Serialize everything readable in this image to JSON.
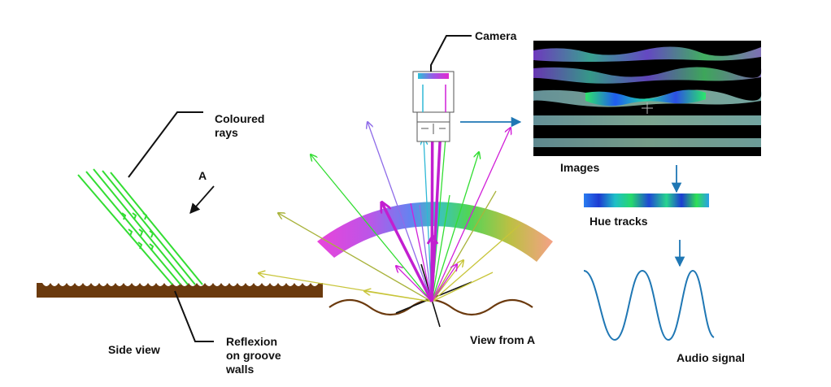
{
  "labels": {
    "camera": "Camera",
    "coloured_rays_1": "Coloured",
    "coloured_rays_2": "rays",
    "a_marker": "A",
    "images": "Images",
    "hue_tracks": "Hue tracks",
    "side_view": "Side view",
    "reflexion_1": "Reflexion",
    "reflexion_2": "on groove",
    "reflexion_3": "walls",
    "view_from_a": "View from A",
    "audio_signal": "Audio signal"
  },
  "colors": {
    "groove_brown": "#6b3a0e",
    "ray_green": "#33dd33",
    "ray_magenta": "#d11fd8",
    "ray_purple": "#8f6ce8",
    "ray_yellow": "#c8c53a",
    "ray_olive": "#a9b33c",
    "ray_cyan": "#2fb8d6",
    "arrow_blue": "#1f77b4",
    "signal_blue": "#1f77b4",
    "image_bg": "#000000"
  }
}
